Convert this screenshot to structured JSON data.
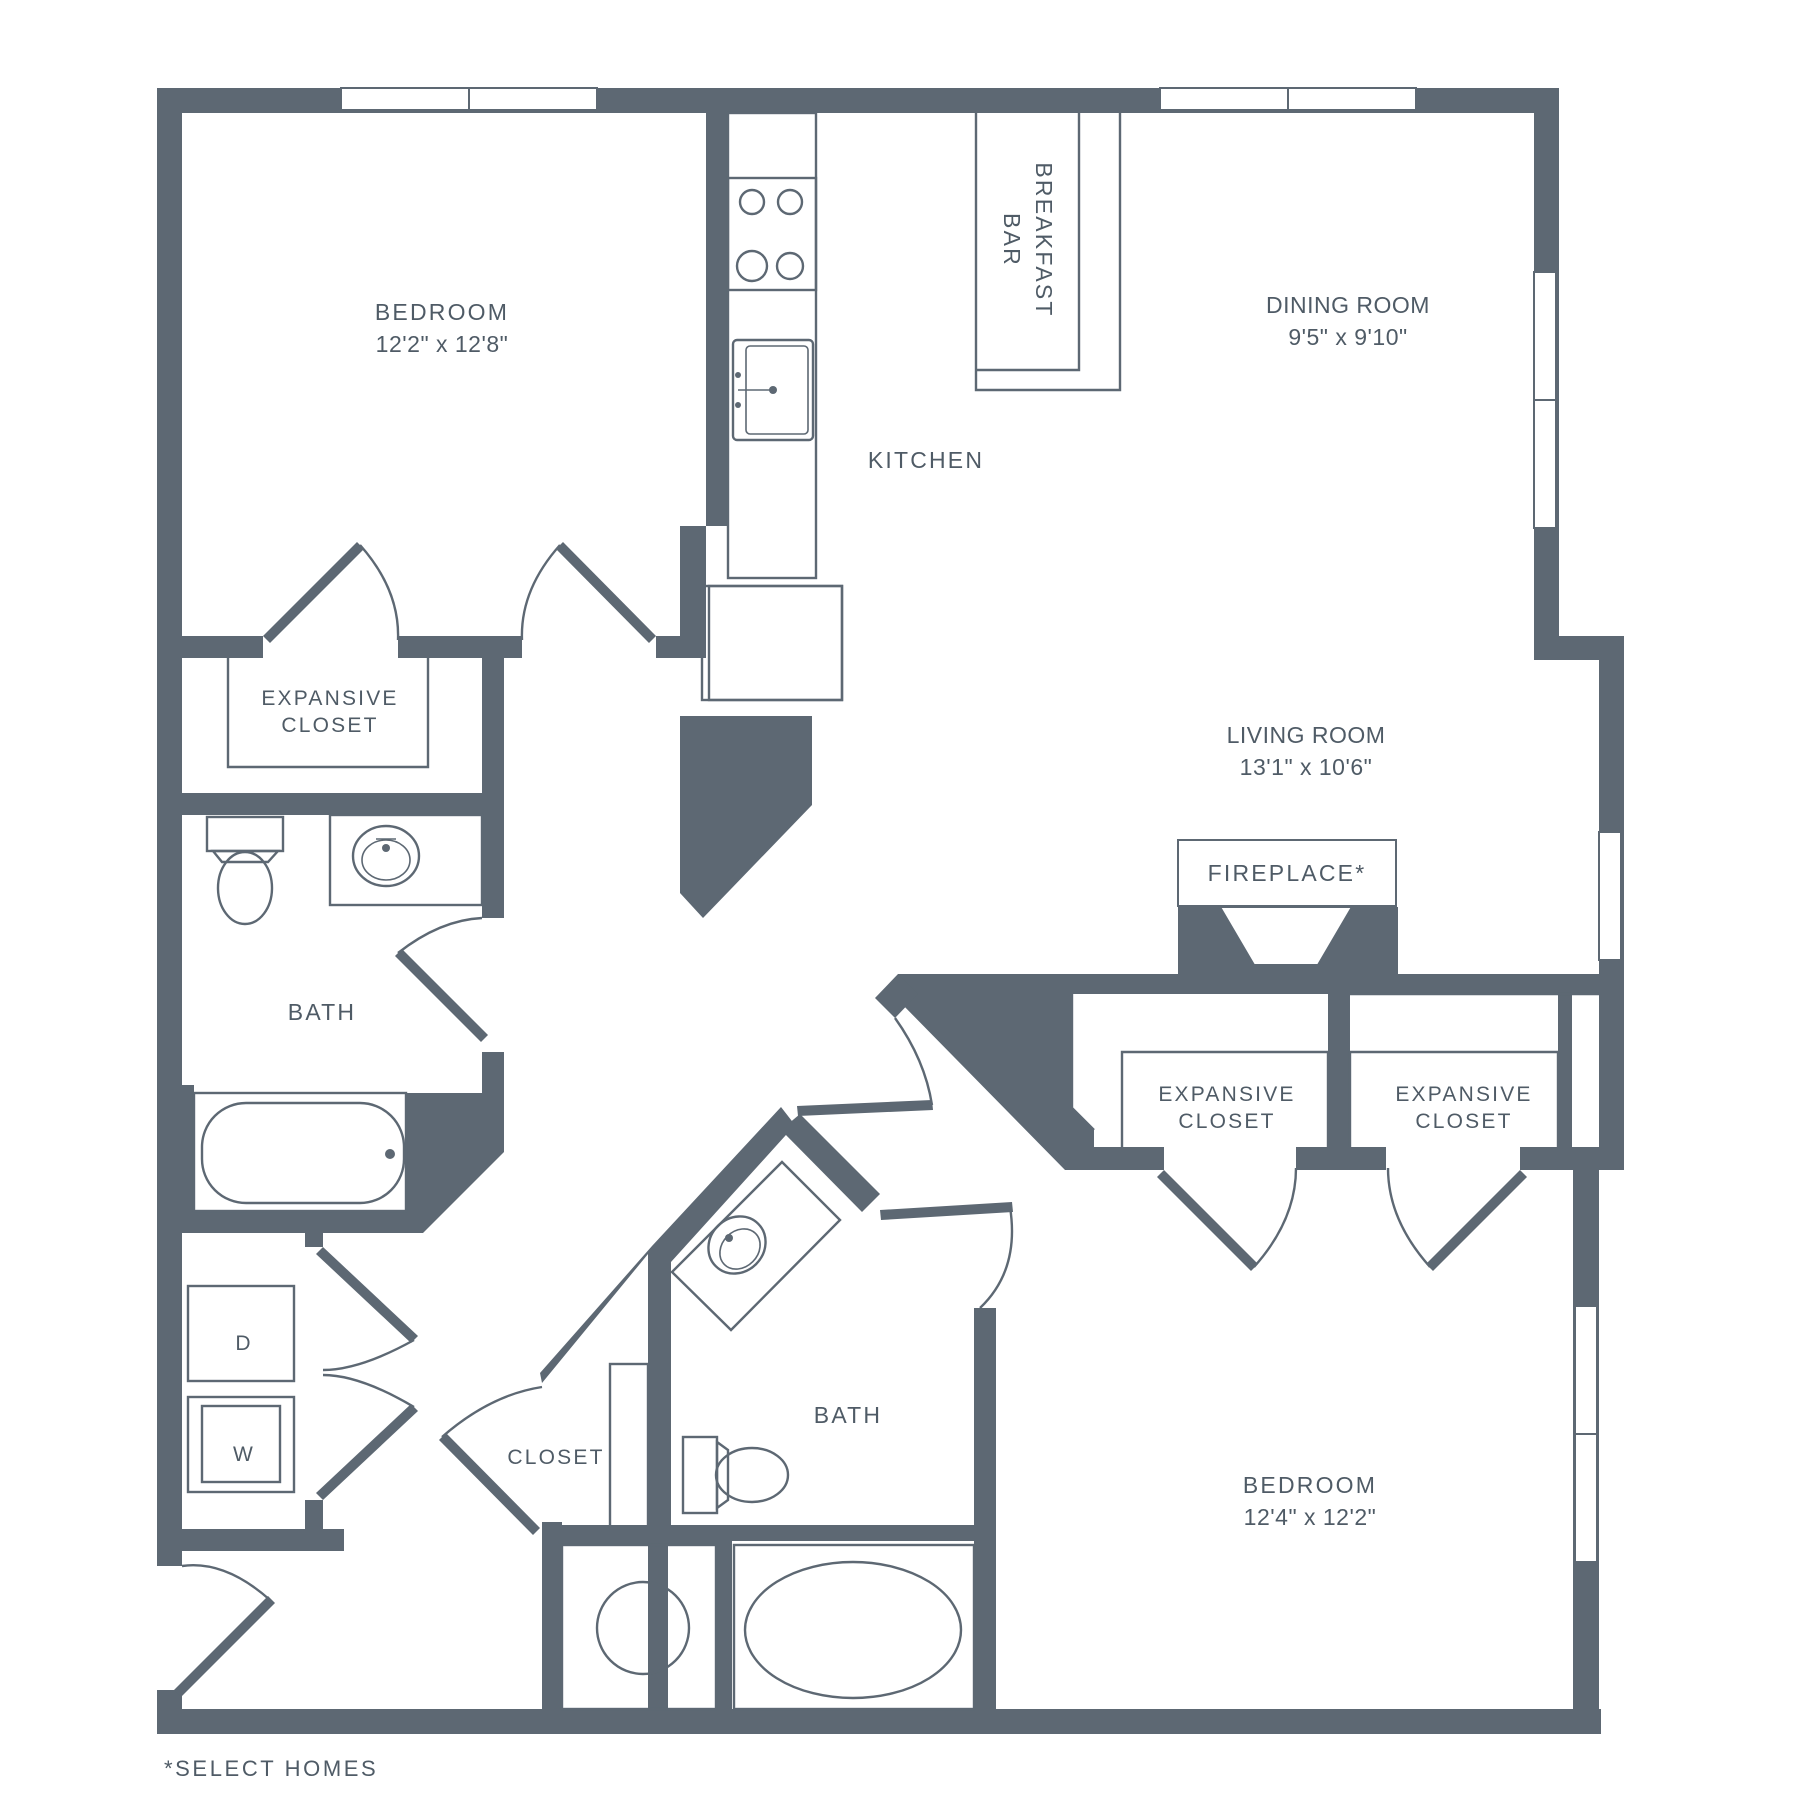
{
  "rooms": {
    "bedroom_1": {
      "name": "BEDROOM",
      "size": "12'2\" x 12'8\""
    },
    "bedroom_2": {
      "name": "BEDROOM",
      "size": "12'4\" x 12'2\""
    },
    "kitchen": {
      "name": "KITCHEN"
    },
    "breakfast_bar": {
      "line1": "BREAKFAST",
      "line2": "BAR"
    },
    "dining_room": {
      "name": "DINING ROOM",
      "size": "9'5\" x 9'10\""
    },
    "living_room": {
      "name": "LIVING ROOM",
      "size": "13'1\" x 10'6\""
    },
    "fireplace": {
      "name": "FIREPLACE*"
    },
    "closet_1": {
      "line1": "EXPANSIVE",
      "line2": "CLOSET"
    },
    "closet_2": {
      "line1": "EXPANSIVE",
      "line2": "CLOSET"
    },
    "closet_3": {
      "line1": "EXPANSIVE",
      "line2": "CLOSET"
    },
    "hall_closet": {
      "name": "CLOSET"
    },
    "bath_1": {
      "name": "BATH"
    },
    "bath_2": {
      "name": "BATH"
    },
    "dryer": {
      "label": "D"
    },
    "washer": {
      "label": "W"
    }
  },
  "footnote": "*SELECT HOMES",
  "colors": {
    "wall": "#5d6873",
    "text": "#4f5b66",
    "background": "#ffffff"
  }
}
